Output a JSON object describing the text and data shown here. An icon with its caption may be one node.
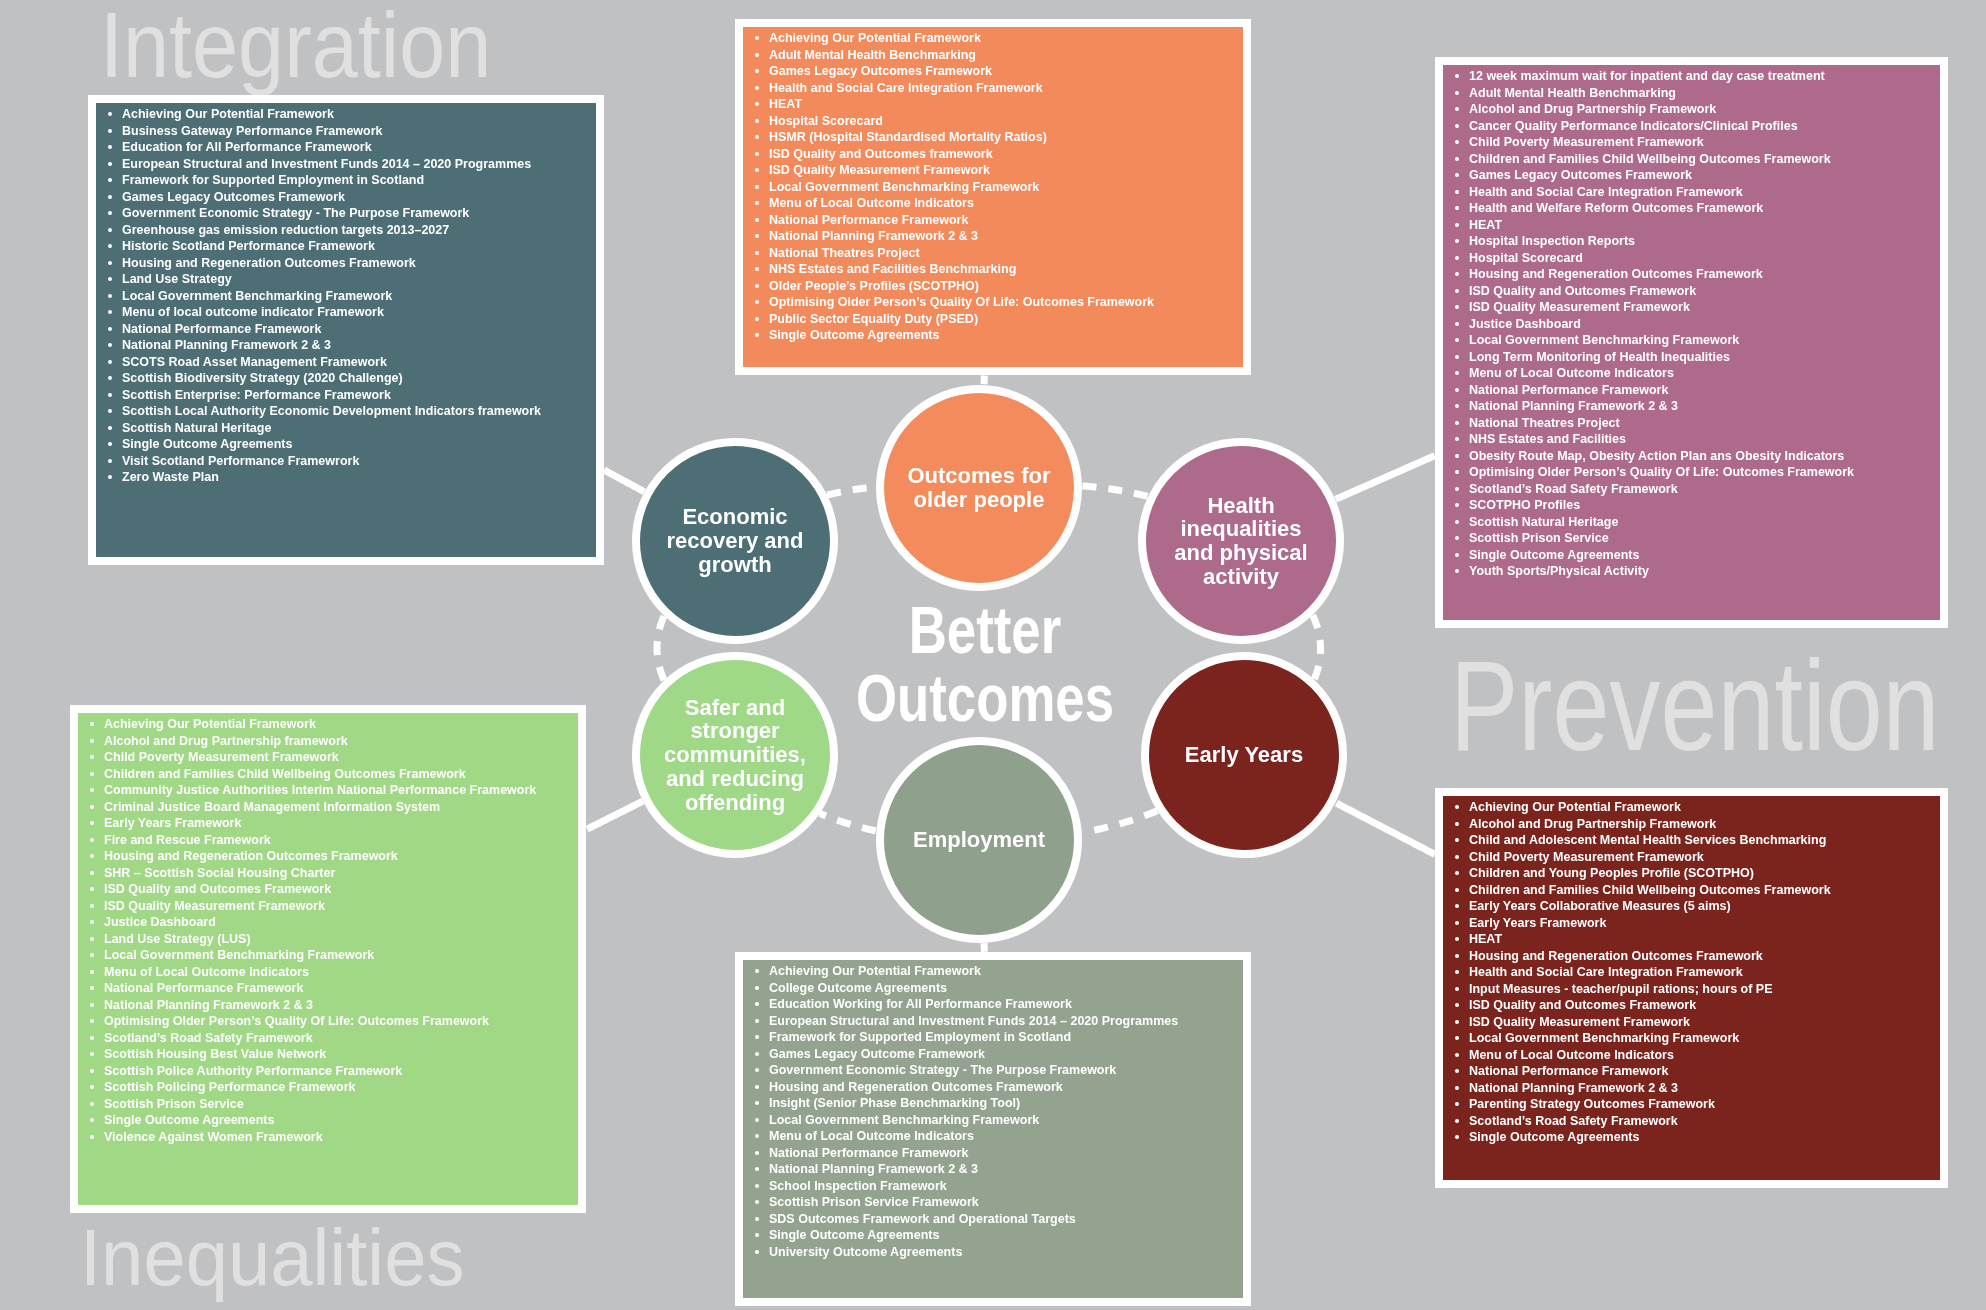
{
  "diagram": {
    "nodes": [
      {
        "text": [
          "Achieving Our Potential Framework",
          "Business Gateway Performance Framework",
          "Education for All Performance Framework",
          "European Structural and Investment Funds 2014 – 2020 Programmes",
          "Framework for Supported Employment in Scotland",
          "Games Legacy Outcomes Framework",
          "Government Economic Strategy - The Purpose Framework",
          "Greenhouse gas emission reduction targets 2013–2027",
          "Historic Scotland Performance Framework",
          "Housing and Regeneration Outcomes Framework",
          "Land Use Strategy",
          "Local Government Benchmarking Framework",
          "Menu of local outcome indicator Framework",
          "National Performance Framework",
          "National Planning Framework 2 & 3",
          "SCOTS Road Asset Management Framework",
          "Scottish Biodiversity Strategy (2020 Challenge)",
          "Scottish Enterprise: Performance Framework",
          "Scottish Local Authority Economic Development Indicators framework",
          "Scottish Natural Heritage",
          "Single Outcome Agreements",
          "Visit Scotland Performance Framewrork",
          "Zero Waste Plan"
        ]
      },
      {
        "text": [
          "Achieving Our Potential Framework",
          "Adult Mental Health Benchmarking",
          "Games Legacy Outcomes Framework",
          "Health and Social Care Integration Framework",
          "HEAT",
          "Hospital Scorecard",
          "HSMR (Hospital Standardised Mortality Ratios)",
          "ISD Quality and Outcomes framework",
          "ISD Quality Measurement Framework",
          "Local Government Benchmarking Framework",
          "Menu of Local Outcome Indicators",
          "National Performance Framework",
          "National Planning Framework 2 & 3",
          "National Theatres Project",
          "NHS Estates and Facilities Benchmarking",
          "Older People’s Profiles (SCOTPHO)",
          "Optimising Older Person’s Quality Of Life: Outcomes Framework",
          "Public Sector Equality Duty (PSED)",
          "Single Outcome Agreements"
        ]
      },
      {
        "text": [
          "12 week maximum wait for inpatient and day case treatment",
          "Adult Mental Health Benchmarking",
          "Alcohol and Drug Partnership Framework",
          "Cancer Quality Performance Indicators/Clinical Profiles",
          "Child Poverty Measurement Framework",
          "Children and Families Child Wellbeing Outcomes Framework",
          "Games Legacy Outcomes Framework",
          "Health and Social Care Integration Framework",
          "Health and Welfare Reform Outcomes Framework",
          "HEAT",
          "Hospital Inspection Reports",
          "Hospital Scorecard",
          "Housing and Regeneration Outcomes Framework",
          "ISD Quality and Outcomes Framework",
          "ISD Quality Measurement Framework",
          "Justice Dashboard",
          "Local Government Benchmarking Framework",
          "Long Term Monitoring of Health Inequalities",
          "Menu of Local Outcome Indicators",
          "National Performance Framework",
          "National Planning Framework 2 & 3",
          "National Theatres Project",
          "NHS Estates and Facilities",
          "Obesity Route Map, Obesity Action Plan ans Obesity Indicators",
          "Optimising Older Person’s Quality Of Life: Outcomes Framework",
          "Scotland’s Road Safety Framework",
          "SCOTPHO Profiles",
          "Scottish Natural Heritage",
          "Scottish Prison Service",
          "Single Outcome Agreements",
          "Youth Sports/Physical Activity"
        ]
      },
      {
        "text": [
          "Outcomes for older people"
        ]
      },
      {
        "text": [
          "Economic recovery and growth"
        ]
      },
      {
        "text": [
          "Health inequalities and physical activity"
        ]
      },
      {
        "text": [
          "Safer and stronger communities, and reducing offending"
        ]
      },
      {
        "text": [
          "Early Years"
        ]
      },
      {
        "text": [
          "Employment"
        ]
      },
      {
        "text": [
          "Achieving Our Potential Framework",
          "Alcohol and Drug Partnership framework",
          "Child Poverty Measurement Framework",
          "Children and Families Child Wellbeing Outcomes Framework",
          "Community Justice Authorities Interim National Performance Framework",
          "Criminal Justice Board Management Information System",
          "Early Years Framework",
          "Fire and Rescue Framework",
          "Housing and Regeneration Outcomes Framework",
          "SHR – Scottish Social Housing Charter",
          "ISD Quality and Outcomes Framework",
          "ISD Quality Measurement Framework",
          "Justice Dashboard",
          "Land Use Strategy (LUS)",
          "Local Government Benchmarking Framework",
          "Menu of Local Outcome Indicators",
          "National Performance Framework",
          "National Planning Framework 2 & 3",
          "Optimising Older Person’s Quality Of Life: Outcomes Framework",
          "Scotland’s Road Safety Framework",
          "Scottish Housing Best Value Network",
          "Scottish Police Authority Performance Framework",
          "Scottish Policing Performance Framework",
          "Scottish Prison Service",
          "Single Outcome Agreements",
          "Violence Against Women Framework"
        ]
      },
      {
        "text": [
          "Achieving Our Potential Framework",
          "College Outcome Agreements",
          "Education Working for All Performance Framework",
          "European Structural and Investment Funds 2014 – 2020 Programmes",
          "Framework for Supported Employment in Scotland",
          "Games Legacy Outcome Framework",
          "Government Economic Strategy - The Purpose Framework",
          "Housing and Regeneration Outcomes Framework",
          "Insight (Senior Phase Benchmarking Tool)",
          "Local Government Benchmarking Framework",
          "Menu of Local Outcome Indicators",
          "National Performance Framework",
          "National Planning Framework 2 & 3",
          "School Inspection Framework",
          "Scottish Prison Service Framework",
          "SDS Outcomes Framework and Operational Targets",
          "Single Outcome Agreements",
          "University Outcome Agreements"
        ]
      },
      {
        "text": [
          "Achieving Our Potential Framework",
          "Alcohol and Drug Partnership Framework",
          "Child and Adolescent Mental Health Services Benchmarking",
          "Child Poverty Measurement Framework",
          "Children and Young Peoples Profile (SCOTPHO)",
          "Children and Families Child Wellbeing Outcomes Framework",
          "Early Years Collaborative Measures (5 aims)",
          "Early Years Framework",
          "HEAT",
          "Housing and Regeneration Outcomes Framework",
          "Health and Social Care Integration Framework",
          "Input Measures - teacher/pupil rations; hours of PE",
          "ISD Quality and Outcomes Framework",
          "ISD Quality Measurement Framework",
          "Local Government Benchmarking Framework",
          "Menu of Local Outcome Indicators",
          "National Performance Framework",
          "National Planning Framework 2 & 3",
          "Parenting Strategy Outcomes Framework",
          "Scotland’s Road Safety Framework",
          "Single Outcome Agreements"
        ]
      }
    ],
    "edges": [
      {
        "from": 4,
        "to": 0,
        "arrow": "none"
      },
      {
        "from": 3,
        "to": 1,
        "arrow": "none"
      },
      {
        "from": 5,
        "to": 2,
        "arrow": "none"
      },
      {
        "from": 6,
        "to": 9,
        "arrow": "none"
      },
      {
        "from": 8,
        "to": 10,
        "arrow": "none"
      },
      {
        "from": 7,
        "to": 11,
        "arrow": "none"
      },
      {
        "from": 4,
        "to": 3,
        "arrow": "none",
        "style": "dashed"
      },
      {
        "from": 3,
        "to": 5,
        "arrow": "none",
        "style": "dashed"
      },
      {
        "from": 5,
        "to": 7,
        "arrow": "none",
        "style": "dashed"
      },
      {
        "from": 7,
        "to": 8,
        "arrow": "none",
        "style": "dashed"
      },
      {
        "from": 8,
        "to": 6,
        "arrow": "none",
        "style": "dashed"
      },
      {
        "from": 6,
        "to": 4,
        "arrow": "none",
        "style": "dashed"
      }
    ],
    "labels": [
      "Integration",
      "Better Outcomes",
      "Prevention",
      "Inequalities"
    ]
  }
}
